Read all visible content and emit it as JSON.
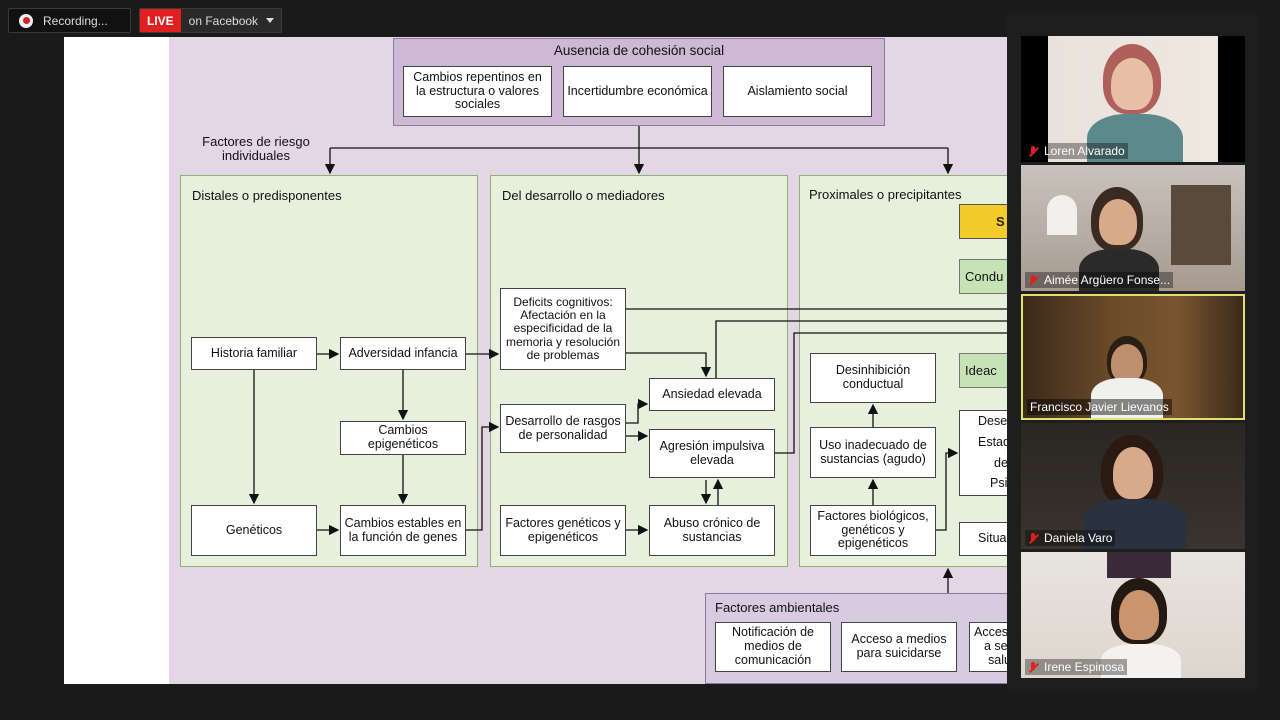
{
  "top_bar": {
    "recording_label": "Recording...",
    "live_badge": "LIVE",
    "live_target": "on Facebook"
  },
  "slide": {
    "top_panel_title": "Ausencia de cohesión social",
    "top_boxes": [
      "Cambios repentinos en la estructura o valores sociales",
      "Incertidumbre económica",
      "Aislamiento social"
    ],
    "risk_label": "Factores de riesgo individuales",
    "panel_distales": {
      "title": "Distales o predisponentes",
      "historia": "Historia familiar",
      "adversidad": "Adversidad infancia",
      "epigeneticos": "Cambios epigenéticos",
      "geneticos": "Genéticos",
      "cambios_estables": "Cambios estables en la función de genes"
    },
    "panel_desarrollo": {
      "title": "Del desarrollo o mediadores",
      "deficits": "Deficits cognitivos: Afectación en la especificidad de la memoria y resolución de problemas",
      "rasgos": "Desarrollo de rasgos de personalidad",
      "ansiedad": "Ansiedad elevada",
      "agresion": "Agresión impulsiva elevada",
      "factores_gen": "Factores genéticos y epigenéticos",
      "abuso": "Abuso crónico de sustancias"
    },
    "panel_proximales": {
      "title": "Proximales o precipitantes",
      "yellow_partial": "S",
      "conducta_partial": "Condu",
      "ideacion_partial": "Ideac",
      "desinhibicion": "Desinhibición conductual",
      "uso": "Uso inadecuado de sustancias (agudo)",
      "biologicos": "Factores biológicos, genéticos y epigenéticos",
      "partial_line1": "Dese",
      "partial_line2": "Estad",
      "partial_line3": "de",
      "partial_line4": "Psico",
      "situa_partial": "Situa"
    },
    "ambient": {
      "title": "Factores ambientales",
      "notificacion": "Notificación de medios de comunicación",
      "acceso": "Acceso a medios para suicidarse",
      "acces_partial_1": "Acces",
      "acces_partial_2": "a se",
      "acces_partial_3": "salu"
    }
  },
  "participants": [
    {
      "name": "Loren Alvarado",
      "muted": true
    },
    {
      "name": "Aimée Argüero Fonse...",
      "muted": true
    },
    {
      "name": "Francisco Javier Lievanos",
      "muted": false,
      "active": true
    },
    {
      "name": "Daniela Varo",
      "muted": true
    },
    {
      "name": "Irene Espinosa",
      "muted": true
    }
  ],
  "colors": {
    "live_red": "#e02020",
    "slide_bg": "#e3d7e6",
    "panel_green": "#e6f0dc",
    "active_border": "#e0e070",
    "yellow_box": "#f3cb2a"
  }
}
